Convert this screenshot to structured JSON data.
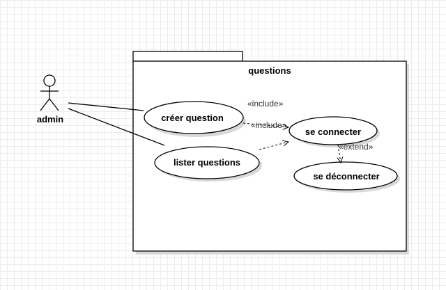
{
  "diagram": {
    "package": {
      "name": "questions"
    },
    "actor": {
      "name": "admin"
    },
    "use_cases": {
      "creer": "créer question",
      "lister": "lister questions",
      "connecter": "se connecter",
      "deconnecter": "se déconnecter"
    },
    "relations": {
      "include_1": "«include»",
      "include_2": "«include»",
      "extend": "«extend»"
    }
  }
}
